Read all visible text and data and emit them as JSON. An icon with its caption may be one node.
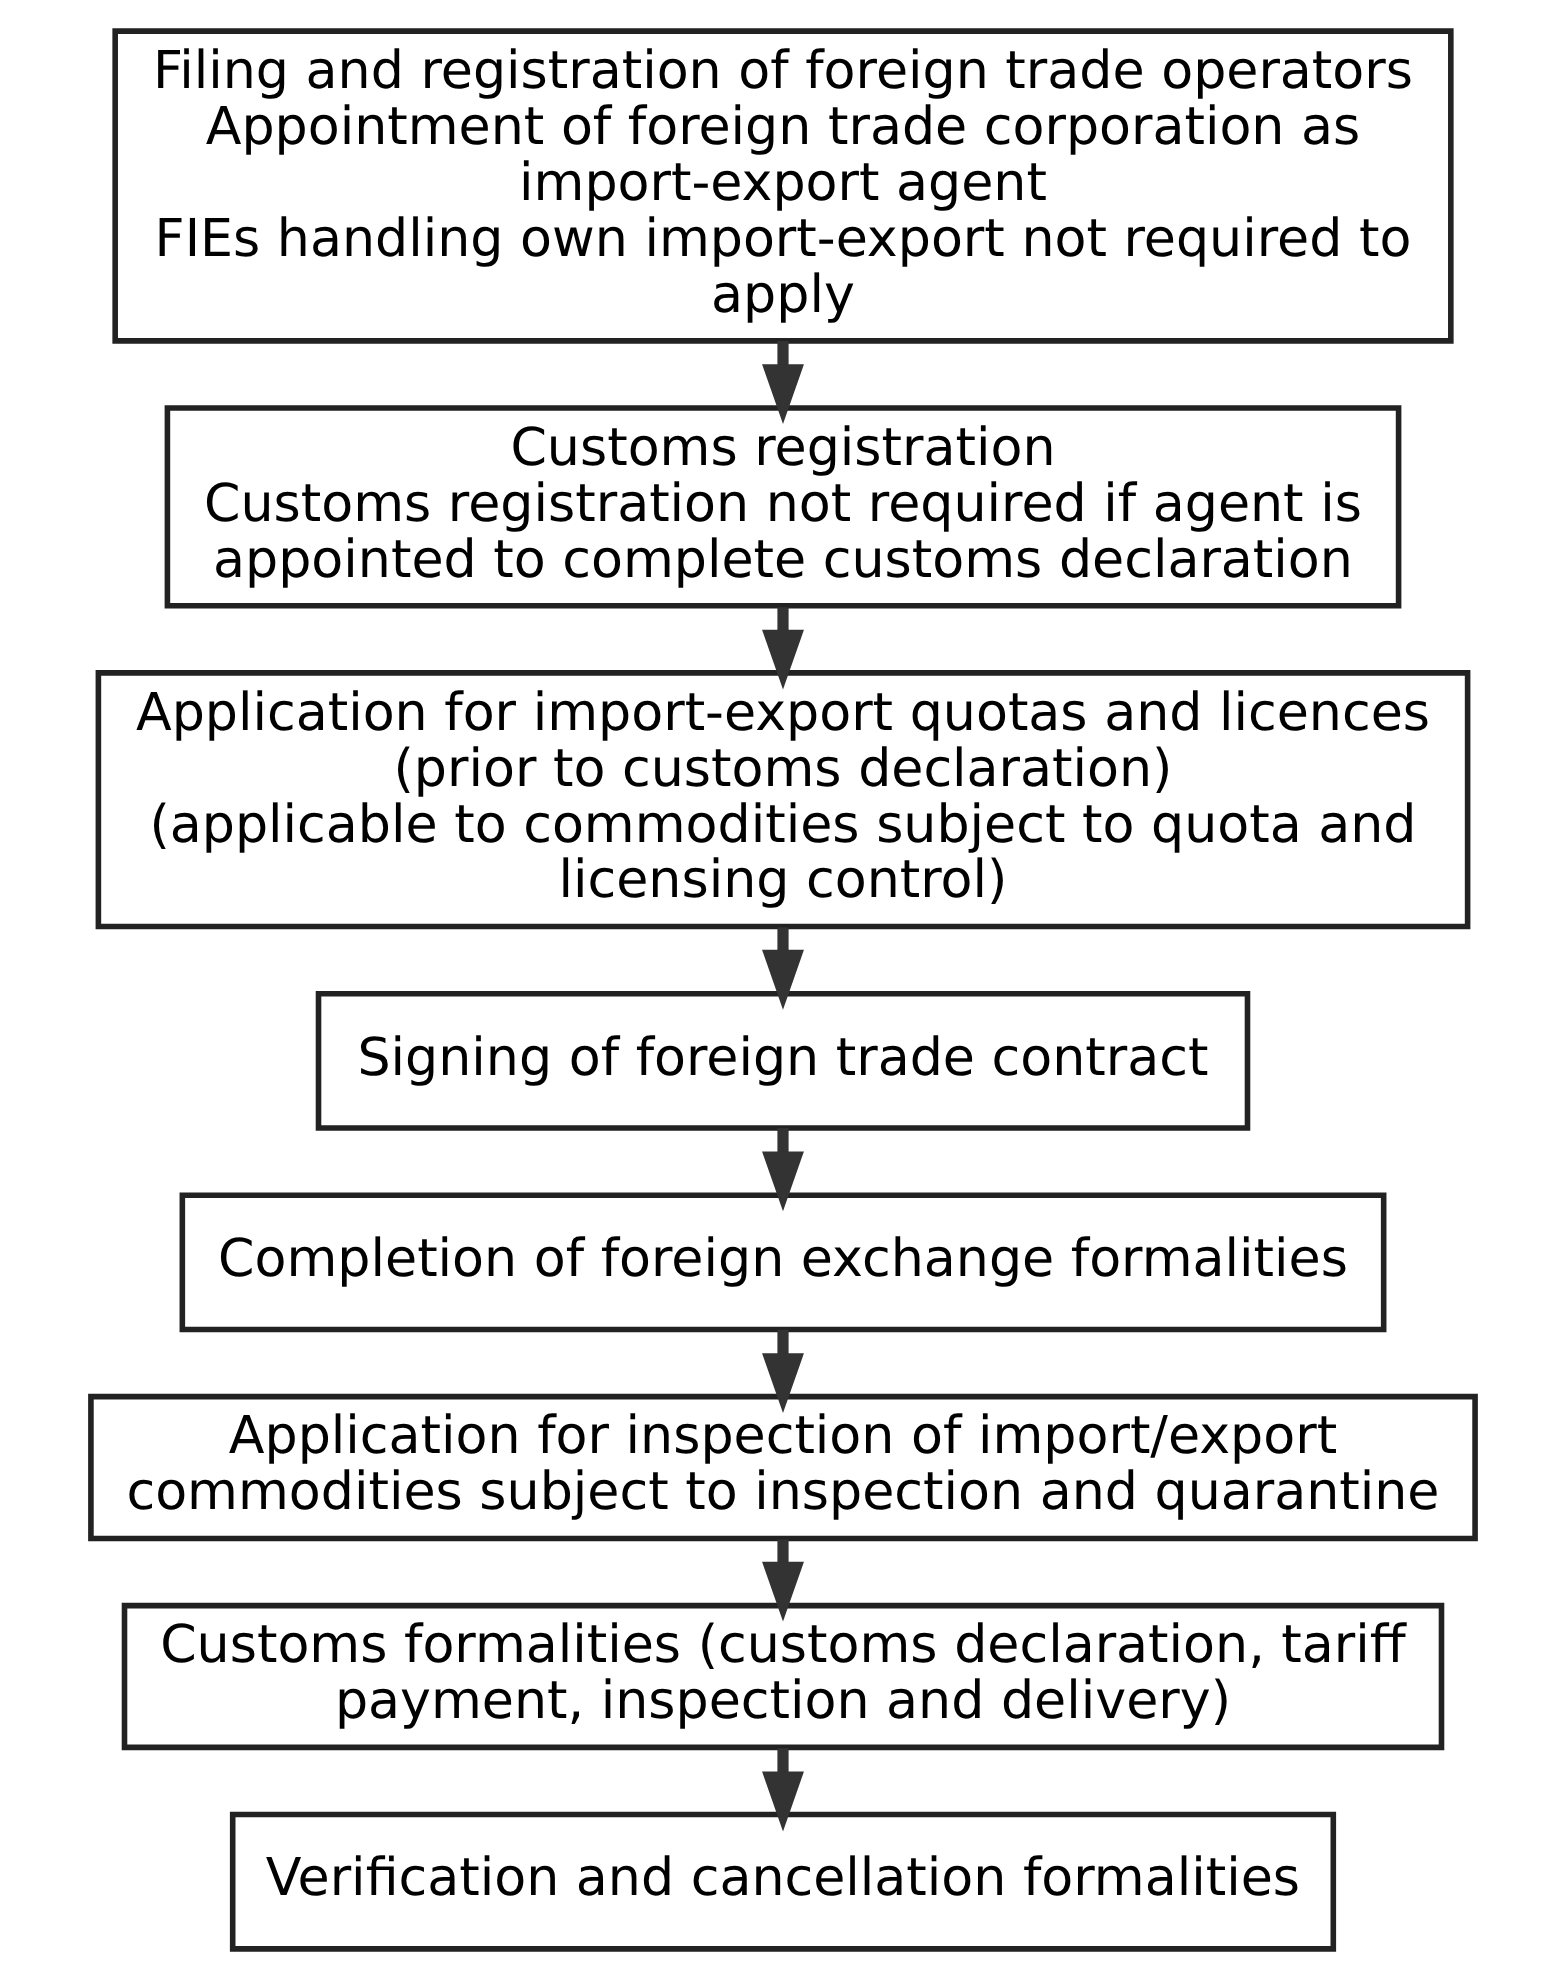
{
  "diagram": {
    "nodes": [
      {
        "text": [
          "Filing and registration of foreign trade operators",
          "Appointment of foreign trade corporation as import-export agent",
          "FIEs handling own import-export not required to apply"
        ]
      },
      {
        "text": [
          "Customs registration",
          "Customs registration not required if agent is appointed to complete customs declaration"
        ]
      },
      {
        "text": [
          "Application for import-export quotas and licences",
          "(prior to customs declaration)",
          "(applicable to commodities subject to quota and licensing control)"
        ]
      },
      {
        "text": [
          "Signing of foreign trade contract"
        ]
      },
      {
        "text": [
          "Completion of foreign exchange formalities"
        ]
      },
      {
        "text": [
          "Application for inspection of import/export commodities subject to inspection and quarantine"
        ]
      },
      {
        "text": [
          "Customs formalities (customs declaration, tariff payment, inspection and delivery)"
        ]
      },
      {
        "text": [
          "Verification and cancellation formalities"
        ]
      }
    ],
    "edges": [
      {
        "from": 0,
        "to": 1,
        "arrow": "to"
      },
      {
        "from": 1,
        "to": 2,
        "arrow": "to"
      },
      {
        "from": 2,
        "to": 3,
        "arrow": "to"
      },
      {
        "from": 3,
        "to": 4,
        "arrow": "to"
      },
      {
        "from": 4,
        "to": 5,
        "arrow": "to"
      },
      {
        "from": 5,
        "to": 6,
        "arrow": "to"
      },
      {
        "from": 6,
        "to": 7,
        "arrow": "to"
      }
    ]
  }
}
